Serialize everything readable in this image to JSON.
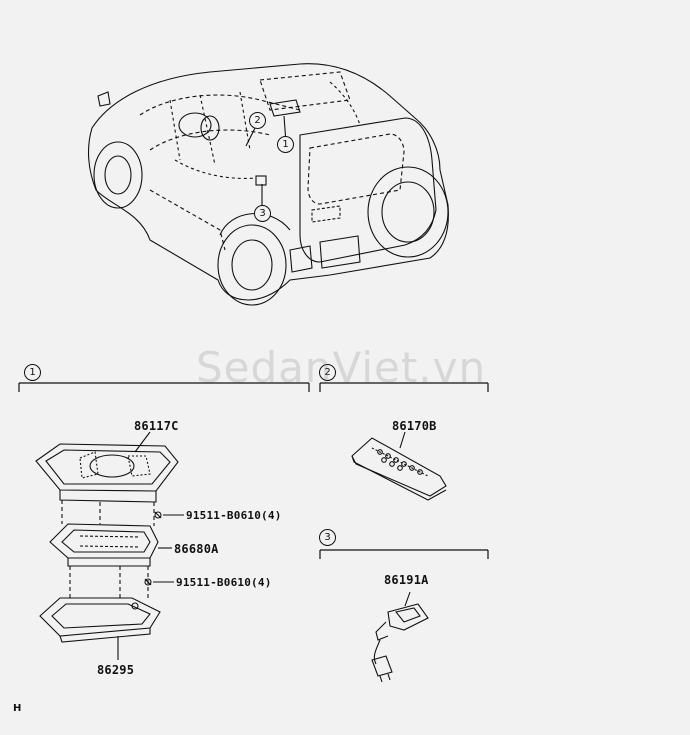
{
  "watermark": "SedanViet.vn",
  "footer_code": "H",
  "callouts": {
    "c1": "1",
    "c2": "2",
    "c3": "3"
  },
  "sections": {
    "s1": "1",
    "s2": "2",
    "s3": "3"
  },
  "parts": {
    "p86117C": "86117C",
    "p86680A": "86680A",
    "p86295": "86295",
    "bolt_upper": "91511-B0610(4)",
    "bolt_lower": "91511-B0610(4)",
    "p86170B": "86170B",
    "p86191A": "86191A"
  }
}
